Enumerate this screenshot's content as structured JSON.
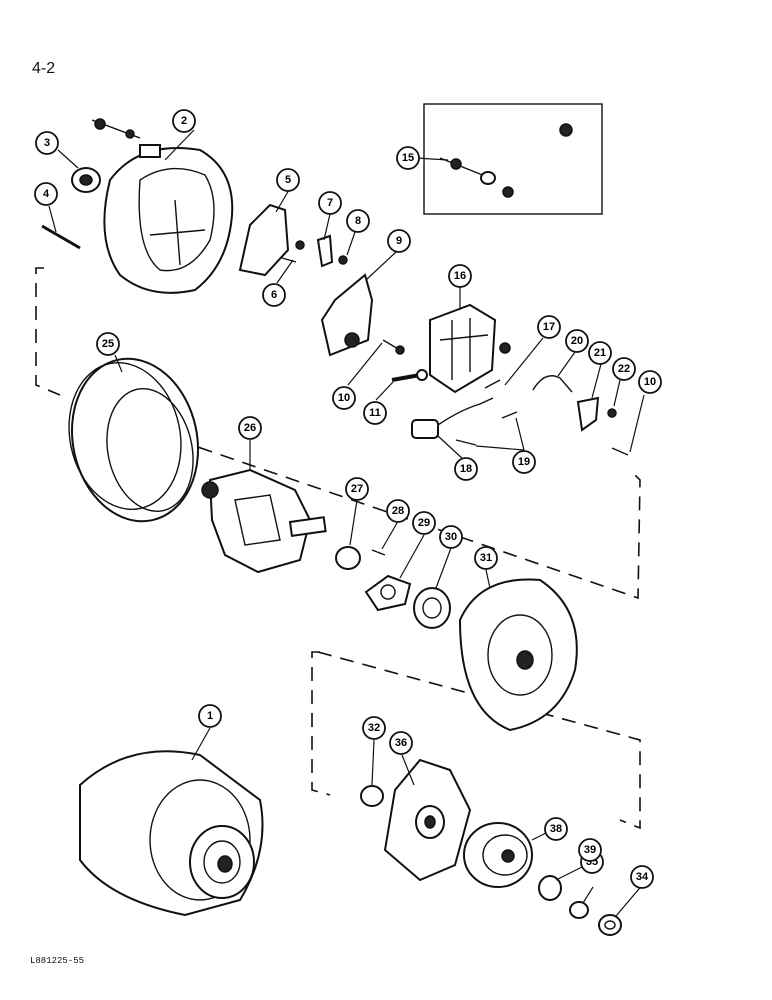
{
  "page_number": "4-2",
  "figure_code": "L881225-55",
  "callouts": [
    "1",
    "2",
    "3",
    "4",
    "5",
    "6",
    "7",
    "8",
    "9",
    "10",
    "10",
    "11",
    "15",
    "16",
    "17",
    "18",
    "19",
    "20",
    "21",
    "22",
    "25",
    "26",
    "27",
    "28",
    "29",
    "30",
    "31",
    "32",
    "34",
    "35",
    "36",
    "38",
    "39"
  ],
  "colors": {
    "ink": "#111111",
    "paper": "#ffffff"
  }
}
